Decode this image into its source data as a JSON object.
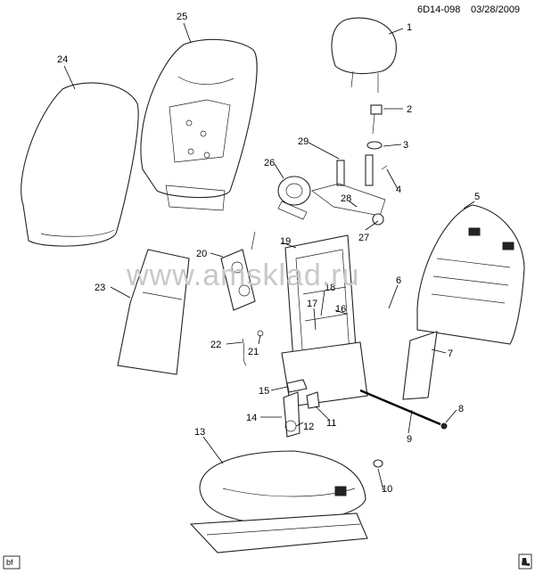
{
  "header": {
    "diagram_code": "6D14-098",
    "date": "03/28/2009"
  },
  "watermark": "www.amsklad.ru",
  "corner_badge": "bf",
  "callouts": [
    {
      "id": "callout-1",
      "label": "1"
    },
    {
      "id": "callout-2",
      "label": "2"
    },
    {
      "id": "callout-3",
      "label": "3"
    },
    {
      "id": "callout-4",
      "label": "4"
    },
    {
      "id": "callout-5",
      "label": "5"
    },
    {
      "id": "callout-6",
      "label": "6"
    },
    {
      "id": "callout-7",
      "label": "7"
    },
    {
      "id": "callout-8",
      "label": "8"
    },
    {
      "id": "callout-9",
      "label": "9"
    },
    {
      "id": "callout-10",
      "label": "10"
    },
    {
      "id": "callout-11",
      "label": "11"
    },
    {
      "id": "callout-12",
      "label": "12"
    },
    {
      "id": "callout-13",
      "label": "13"
    },
    {
      "id": "callout-14",
      "label": "14"
    },
    {
      "id": "callout-15",
      "label": "15"
    },
    {
      "id": "callout-16",
      "label": "16"
    },
    {
      "id": "callout-17",
      "label": "17"
    },
    {
      "id": "callout-18",
      "label": "18"
    },
    {
      "id": "callout-19",
      "label": "19"
    },
    {
      "id": "callout-20",
      "label": "20"
    },
    {
      "id": "callout-21",
      "label": "21"
    },
    {
      "id": "callout-22",
      "label": "22"
    },
    {
      "id": "callout-23",
      "label": "23"
    },
    {
      "id": "callout-24",
      "label": "24"
    },
    {
      "id": "callout-25",
      "label": "25"
    },
    {
      "id": "callout-26",
      "label": "26"
    },
    {
      "id": "callout-27",
      "label": "27"
    },
    {
      "id": "callout-28",
      "label": "28"
    },
    {
      "id": "callout-29",
      "label": "29"
    }
  ]
}
